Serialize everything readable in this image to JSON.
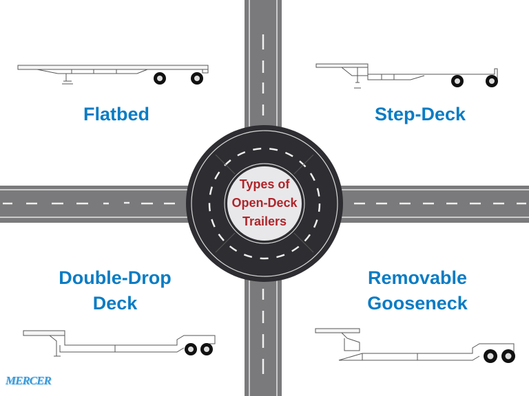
{
  "title": "Types of Open-Deck Trailers",
  "center": {
    "line1": "Types of",
    "line2": "Open-Deck",
    "line3": "Trailers",
    "color": "#b0252a"
  },
  "trailers": [
    {
      "id": "flatbed",
      "label_line1": "Flatbed",
      "label_line2": "",
      "position": "top-left"
    },
    {
      "id": "step-deck",
      "label_line1": "Step-Deck",
      "label_line2": "",
      "position": "top-right"
    },
    {
      "id": "double-drop",
      "label_line1": "Double-Drop",
      "label_line2": "Deck",
      "position": "bottom-left"
    },
    {
      "id": "removable-gooseneck",
      "label_line1": "Removable",
      "label_line2": "Gooseneck",
      "position": "bottom-right"
    }
  ],
  "brand": {
    "logo_text": "MERCER",
    "color": "#3a9ad9"
  },
  "colors": {
    "label_blue": "#0a7cc4",
    "road_gray": "#7a7a7c",
    "roundabout_dark": "#2e2e32",
    "center_fill": "#e8e8ea"
  }
}
